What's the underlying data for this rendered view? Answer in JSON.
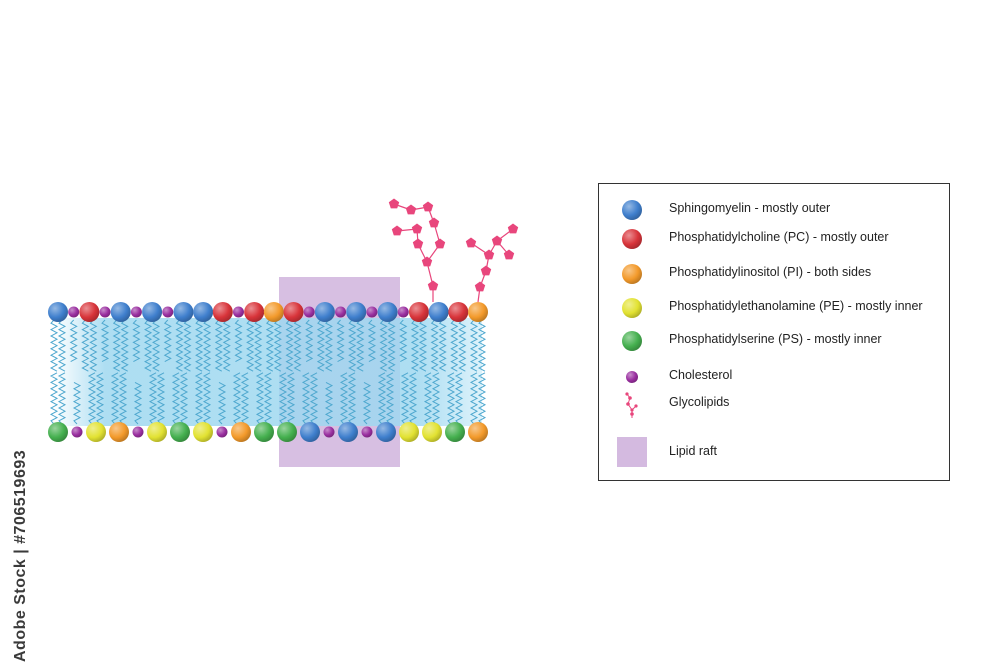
{
  "colors": {
    "sphingomyelin": "#3f7fcd",
    "phosphatidylcholine": "#d8343a",
    "phosphatidylinositol": "#f39a2b",
    "phosphatidylethanolamine": "#e2e232",
    "phosphatidylserine": "#45b04f",
    "cholesterol": "#9a2fa0",
    "glycolipid": "#e8467c",
    "lipid_raft": "#c9a9d8",
    "core": "#9fd8f0",
    "tail": "#4fa8cf"
  },
  "membrane": {
    "outer_leaflet": [
      "sphingomyelin",
      "cholesterol",
      "phosphatidylcholine",
      "cholesterol",
      "sphingomyelin",
      "cholesterol",
      "sphingomyelin",
      "cholesterol",
      "sphingomyelin",
      "sphingomyelin",
      "phosphatidylcholine",
      "cholesterol",
      "phosphatidylcholine",
      "phosphatidylinositol",
      "phosphatidylcholine",
      "cholesterol",
      "sphingomyelin",
      "cholesterol",
      "sphingomyelin",
      "cholesterol",
      "sphingomyelin",
      "cholesterol",
      "phosphatidylcholine",
      "sphingomyelin",
      "phosphatidylcholine",
      "phosphatidylinositol"
    ],
    "inner_leaflet": [
      "phosphatidylserine",
      "cholesterol",
      "phosphatidylethanolamine",
      "phosphatidylinositol",
      "cholesterol",
      "phosphatidylethanolamine",
      "phosphatidylserine",
      "phosphatidylethanolamine",
      "cholesterol",
      "phosphatidylinositol",
      "phosphatidylserine",
      "phosphatidylserine",
      "sphingomyelin",
      "cholesterol",
      "sphingomyelin",
      "cholesterol",
      "sphingomyelin",
      "phosphatidylethanolamine",
      "phosphatidylethanolamine",
      "phosphatidylserine",
      "phosphatidylinositol"
    ],
    "glycolipid_count": 2
  },
  "legend": {
    "items": [
      {
        "key": "sphingomyelin",
        "shape": "sphere",
        "label": "Sphingomyelin - mostly outer"
      },
      {
        "key": "phosphatidylcholine",
        "shape": "sphere",
        "label": "Phosphatidylcholine (PC) - mostly outer"
      },
      {
        "key": "phosphatidylinositol",
        "shape": "sphere",
        "label": "Phosphatidylinositol (PI) - both sides"
      },
      {
        "key": "phosphatidylethanolamine",
        "shape": "sphere",
        "label": "Phosphatidylethanolamine (PE) - mostly inner"
      },
      {
        "key": "phosphatidylserine",
        "shape": "sphere",
        "label": "Phosphatidylserine (PS) - mostly inner"
      },
      {
        "key": "cholesterol",
        "shape": "dot",
        "label": "Cholesterol"
      },
      {
        "key": "glycolipid",
        "shape": "glyco",
        "label": "Glycolipids"
      },
      {
        "key": "lipid_raft",
        "shape": "square",
        "label": "Lipid raft"
      }
    ]
  },
  "stock_id": "Adobe Stock | #706519693"
}
